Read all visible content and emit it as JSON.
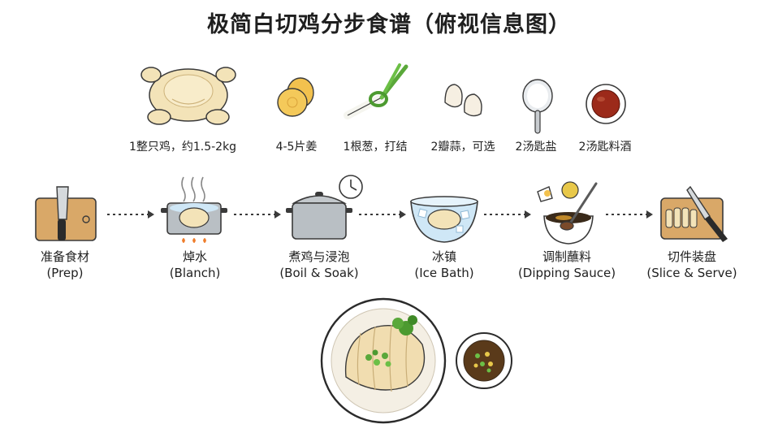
{
  "title": "极简白切鸡分步食谱（俯视信息图）",
  "ingredients": [
    {
      "label": "1整只鸡，约1.5-2kg",
      "icon": "whole-chicken-icon"
    },
    {
      "label": "4-5片姜",
      "icon": "ginger-slices-icon"
    },
    {
      "label": "1根葱，打结",
      "icon": "scallion-knot-icon"
    },
    {
      "label": "2瓣蒜，可选",
      "icon": "garlic-cloves-icon"
    },
    {
      "label": "2汤匙盐",
      "icon": "salt-spoon-icon"
    },
    {
      "label": "2汤匙料酒",
      "icon": "cooking-wine-bowl-icon"
    }
  ],
  "steps": [
    {
      "zh": "准备食材",
      "en": "(Prep)",
      "icon": "cutting-board-knife-icon"
    },
    {
      "zh": "焯水",
      "en": "(Blanch)",
      "icon": "blanching-pot-icon"
    },
    {
      "zh": "煮鸡与浸泡",
      "en": "(Boil & Soak)",
      "icon": "pot-timer-icon"
    },
    {
      "zh": "冰镇",
      "en": "(Ice Bath)",
      "icon": "ice-bath-bowl-icon"
    },
    {
      "zh": "调制蘸料",
      "en": "(Dipping Sauce)",
      "icon": "sauce-mixing-bowl-icon"
    },
    {
      "zh": "切件装盘",
      "en": "(Slice & Serve)",
      "icon": "slicing-board-icon"
    }
  ],
  "colors": {
    "chicken": "#f3e3b8",
    "outline": "#2b2b2b",
    "green": "#5aa83a",
    "sauce": "#8b1a10",
    "wood": "#d9a868",
    "steel": "#b9bfc4",
    "water": "#cfe7f6"
  }
}
